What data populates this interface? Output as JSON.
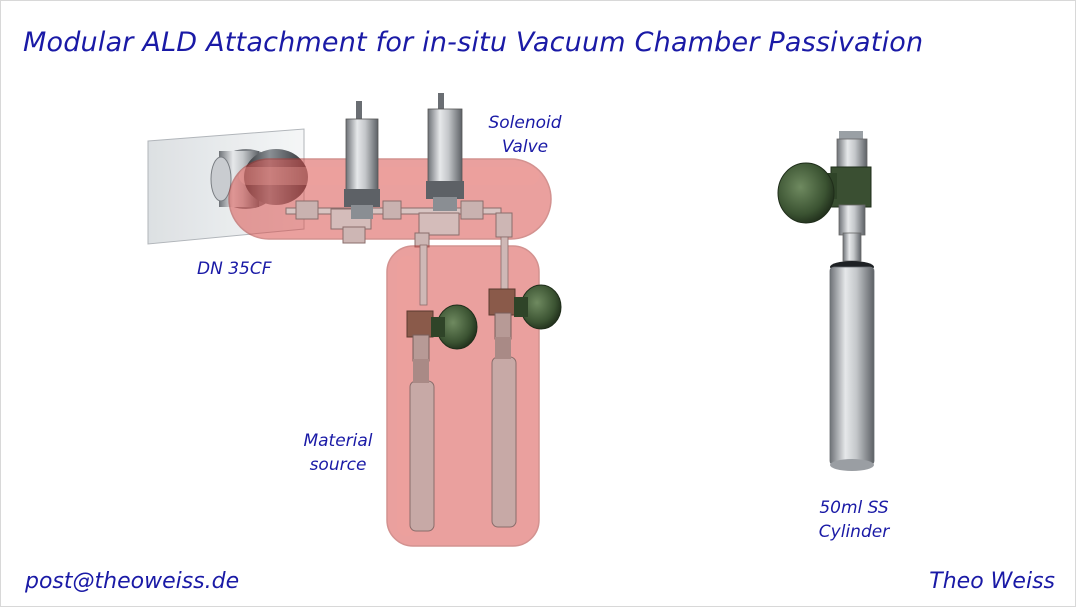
{
  "title": "Modular ALD Attachment for in-situ Vacuum Chamber Passivation",
  "labels": {
    "solenoid_line1": "Solenoid",
    "solenoid_line2": "Valve",
    "flange": "DN 35CF",
    "material_line1": "Material",
    "material_line2": "source",
    "cylinder_line1": "50ml SS",
    "cylinder_line2": "Cylinder"
  },
  "footer": {
    "email": "post@theoweiss.de",
    "author": "Theo Weiss"
  },
  "colors": {
    "text": "#1a1aa6",
    "housing": "#d9534f",
    "knob": "#3f5a36",
    "steel": "#b9bcc0"
  }
}
